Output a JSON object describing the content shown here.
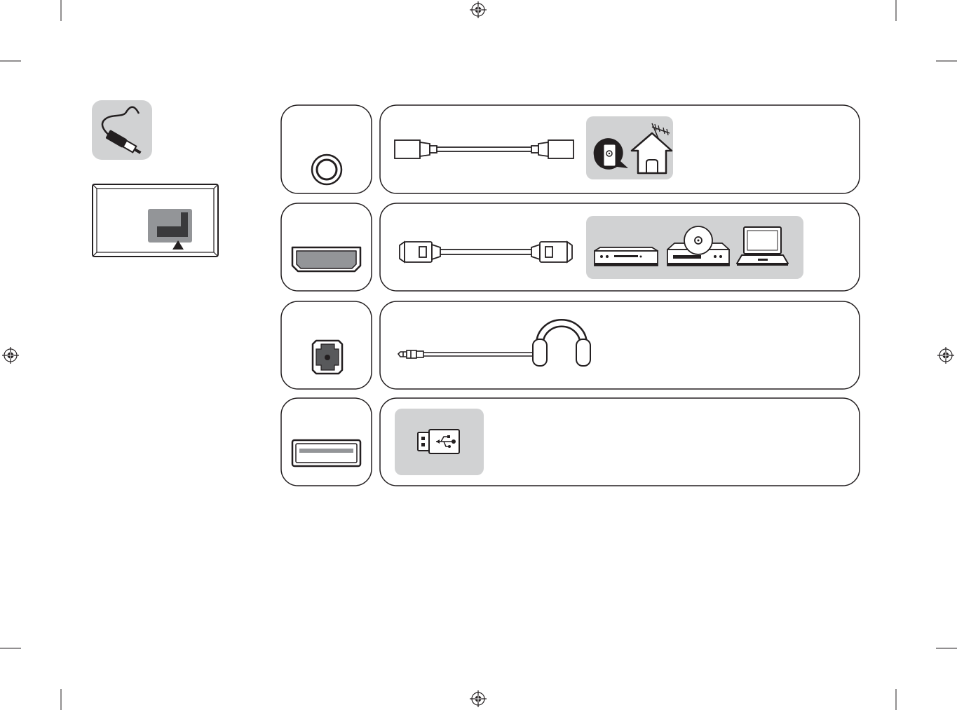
{
  "colors": {
    "stroke": "#231f20",
    "panel_gray": "#d1d2d3",
    "dark_gray": "#58595b",
    "mid_gray": "#939598",
    "background": "#ffffff"
  },
  "rows": [
    {
      "port": "antenna-coax-port",
      "cable": "coax-cable",
      "device": "antenna-house-icon"
    },
    {
      "port": "hdmi-port",
      "cable": "hdmi-cable",
      "devices": [
        "dvd-player-icon",
        "media-player-icon",
        "laptop-icon"
      ]
    },
    {
      "port": "headphone-port",
      "cable": "audio-jack-cable",
      "device": "headphone-icon"
    },
    {
      "port": "usb-port",
      "device": "usb-drive-icon"
    }
  ],
  "legend": {
    "cable_icon": "cable-plug-icon",
    "tv_back_icon": "tv-rear-panel-icon"
  },
  "page_marks": [
    "registration-mark",
    "crop-mark"
  ]
}
